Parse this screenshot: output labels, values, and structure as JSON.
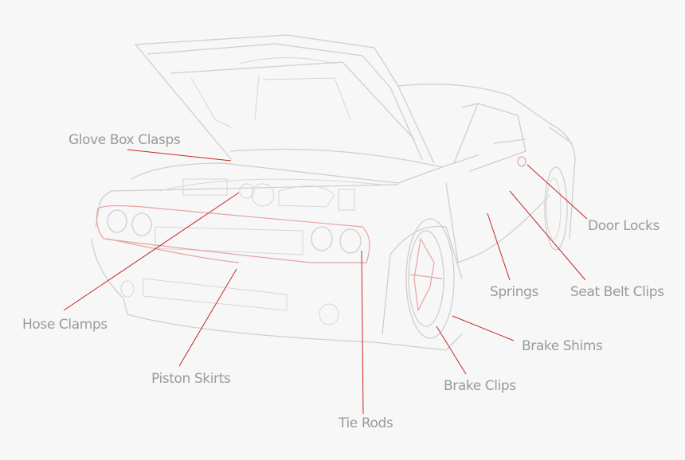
{
  "labels": {
    "glove_box_clasps": "Glove Box Clasps",
    "hose_clamps": "Hose Clamps",
    "piston_skirts": "Piston Skirts",
    "tie_rods": "Tie Rods",
    "brake_clips": "Brake Clips",
    "brake_shims": "Brake Shims",
    "springs": "Springs",
    "seat_belt_clips": "Seat Belt Clips",
    "door_locks": "Door Locks"
  },
  "colors": {
    "background": "#f7f7f7",
    "outline": "#cfcfcf",
    "highlight": "#e7a3a3",
    "leader": "#c62828",
    "label_text": "#9a9a9a"
  }
}
